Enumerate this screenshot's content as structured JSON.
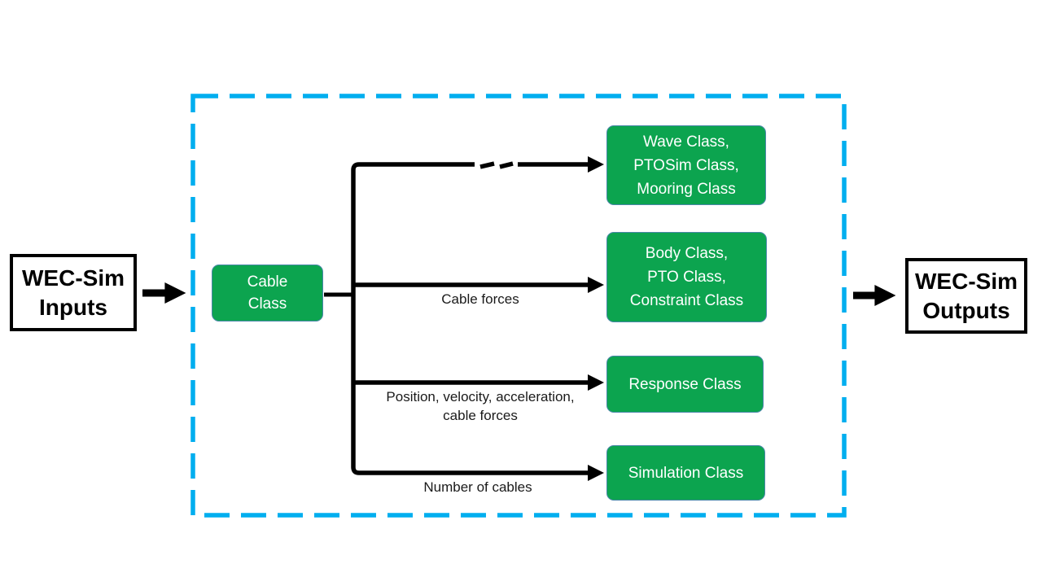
{
  "diagram": {
    "inputs_box": {
      "label": "WEC-Sim\nInputs"
    },
    "outputs_box": {
      "label": "WEC-Sim\nOutputs"
    },
    "cable_box": {
      "label": "Cable\nClass"
    },
    "class_boxes": {
      "wave": {
        "label": "Wave Class,\nPTOSim Class,\nMooring Class"
      },
      "body": {
        "label": "Body Class,\nPTO Class,\nConstraint Class"
      },
      "response": {
        "label": "Response Class"
      },
      "simulation": {
        "label": "Simulation Class"
      }
    },
    "arrow_labels": {
      "cable_forces": "Cable forces",
      "position_velocity": "Position, velocity, acceleration,\ncable forces",
      "number_of_cables": "Number of cables"
    },
    "colors": {
      "box_green": "#0ca44f",
      "dashed_border_blue": "#00aeef",
      "arrow_black": "#000000"
    }
  }
}
